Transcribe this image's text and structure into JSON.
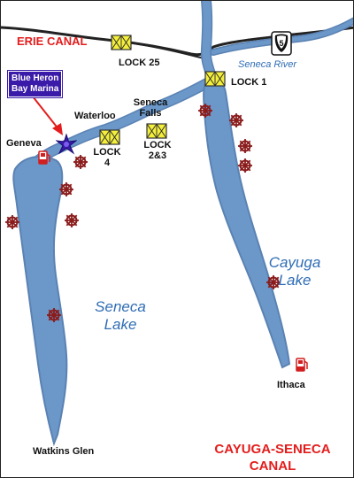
{
  "canal_label": "ERIE CANAL",
  "river_label": "Seneca River",
  "marina_label": [
    "Blue Heron",
    "Bay Marina"
  ],
  "towns": {
    "geneva": "Geneva",
    "waterloo": "Waterloo",
    "seneca_falls": [
      "Seneca",
      "Falls"
    ],
    "ithaca": "Ithaca",
    "watkins_glen": "Watkins Glen"
  },
  "locks": {
    "lock25": "LOCK 25",
    "lock1": "LOCK 1",
    "lock4": [
      "LOCK",
      "4"
    ],
    "lock23": [
      "LOCK",
      "2&3"
    ]
  },
  "lakes": {
    "seneca": [
      "Seneca",
      "Lake"
    ],
    "cayuga": [
      "Cayuga",
      "Lake"
    ]
  },
  "route_shield": "5",
  "map_title": [
    "CAYUGA-SENECA",
    "CANAL"
  ],
  "colors": {
    "water": "#6b98c9",
    "water_outline": "#5a82b3",
    "canal_line": "#222222",
    "label_red": "#e31d1d",
    "marina_bg": "#3a1aa8",
    "lock_fill": "#f4ef3a",
    "wheel": "#8a1c1c",
    "fuel": "#d21e1e"
  },
  "icons": {
    "lock": "lock-icon",
    "marina": "marina-star-icon",
    "marina_pointer": "red-arrow-icon",
    "marina_points": "ship-wheel-icon",
    "fuel": "fuel-pump-icon",
    "highway": "route-shield-icon"
  }
}
